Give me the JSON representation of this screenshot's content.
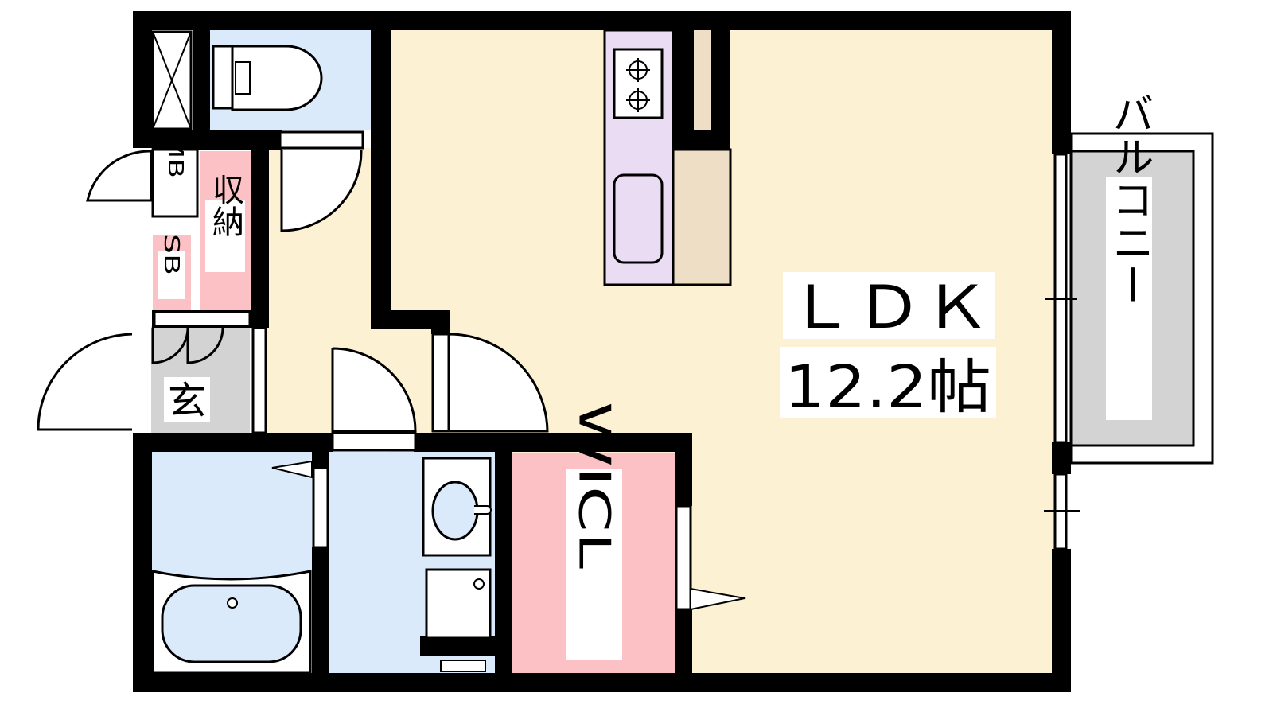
{
  "colors": {
    "ldk": "#fdf1d3",
    "water": "#dbeafb",
    "storage": "#fbc1c4",
    "genkan": "#d3d3d3",
    "kitchen": "#eadcf3",
    "counter": "#eedec5",
    "balcony": "#d3d3d3",
    "wall": "#000000"
  },
  "rooms": {
    "ldk_label": "ＬＤＫ",
    "ldk_size": "12.2帖",
    "balcony": "バルコニー",
    "wicl": "WICL",
    "storage": "収納",
    "mb": "MB",
    "sb": "SB",
    "genkan": "玄"
  },
  "icons": [
    "stove-icon",
    "sink-icon",
    "toilet-icon",
    "bathtub-icon",
    "washbasin-icon",
    "washing-machine-icon",
    "door-swing-icon"
  ]
}
